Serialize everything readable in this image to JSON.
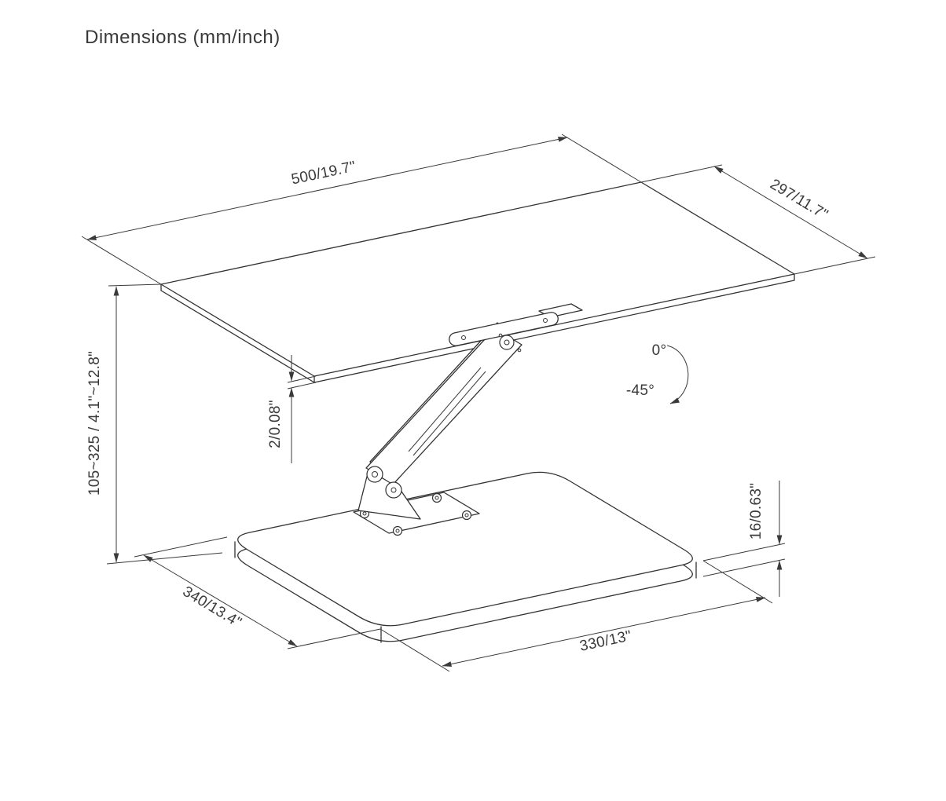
{
  "colors": {
    "background": "#ffffff",
    "line": "#333333",
    "text": "#3a3a3a"
  },
  "title": "Dimensions (mm/inch)",
  "dimensions": {
    "platform_width": "500/19.7\"",
    "platform_depth": "297/11.7\"",
    "height_range": "105~325 / 4.1\"~12.8\"",
    "platform_thickness": "2/0.08\"",
    "base_thickness": "16/0.63\"",
    "base_depth": "340/13.4\"",
    "base_width": "330/13\"",
    "tilt_angle_max": "0°",
    "tilt_angle_min": "-45°"
  }
}
